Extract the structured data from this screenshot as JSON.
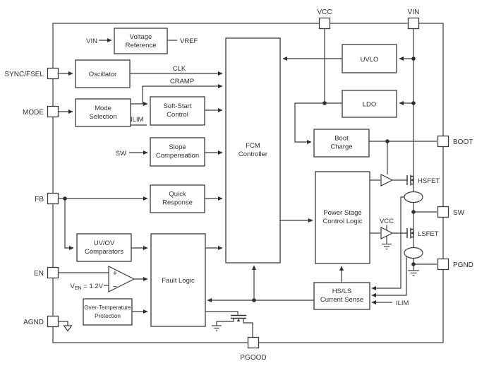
{
  "pins": {
    "sync_fsel": "SYNC/FSEL",
    "mode": "MODE",
    "fb": "FB",
    "en": "EN",
    "agnd": "AGND",
    "vcc": "VCC",
    "vin": "VIN",
    "boot": "BOOT",
    "sw": "SW",
    "pgnd": "PGND",
    "pgood": "PGOOD"
  },
  "blocks": {
    "voltage_reference": {
      "line1": "Voltage",
      "line2": "Reference"
    },
    "oscillator": {
      "line1": "Oscillator"
    },
    "mode_selection": {
      "line1": "Mode",
      "line2": "Selection"
    },
    "soft_start": {
      "line1": "Soft-Start",
      "line2": "Control"
    },
    "slope_compensation": {
      "line1": "Slope",
      "line2": "Compensation"
    },
    "quick_response": {
      "line1": "Quick",
      "line2": "Response"
    },
    "uv_ov_comparators": {
      "line1": "UV/OV",
      "line2": "Comparators"
    },
    "fault_logic": {
      "line1": "Fault Logic"
    },
    "over_temperature": {
      "line1": "Over-Temperature",
      "line2": "Protection"
    },
    "fcm_controller": {
      "line1": "FCM",
      "line2": "Controller"
    },
    "uvlo": {
      "line1": "UVLO"
    },
    "ldo": {
      "line1": "LDO"
    },
    "boot_charge": {
      "line1": "Boot",
      "line2": "Charge"
    },
    "power_stage": {
      "line1": "Power Stage",
      "line2": "Control Logic"
    },
    "current_sense": {
      "line1": "HS/LS",
      "line2": "Current Sense"
    }
  },
  "signals": {
    "vin_input": "VIN",
    "vref": "VREF",
    "clk": "CLK",
    "cramp": "CRAMP",
    "ilim_mode": "ILIM",
    "sw_input": "SW",
    "plus": "+",
    "minus": "−",
    "ven_v": "V",
    "ven_sub": "EN",
    "ven_eq": " = 1.2V",
    "vcc_driver": "VCC",
    "hsfet": "HSFET",
    "lsfet": "LSFET",
    "ilim_sense": "ILIM"
  },
  "colors": {
    "line": "#3b3b3b",
    "text": "#2f2f2f",
    "background": "#ffffff"
  }
}
